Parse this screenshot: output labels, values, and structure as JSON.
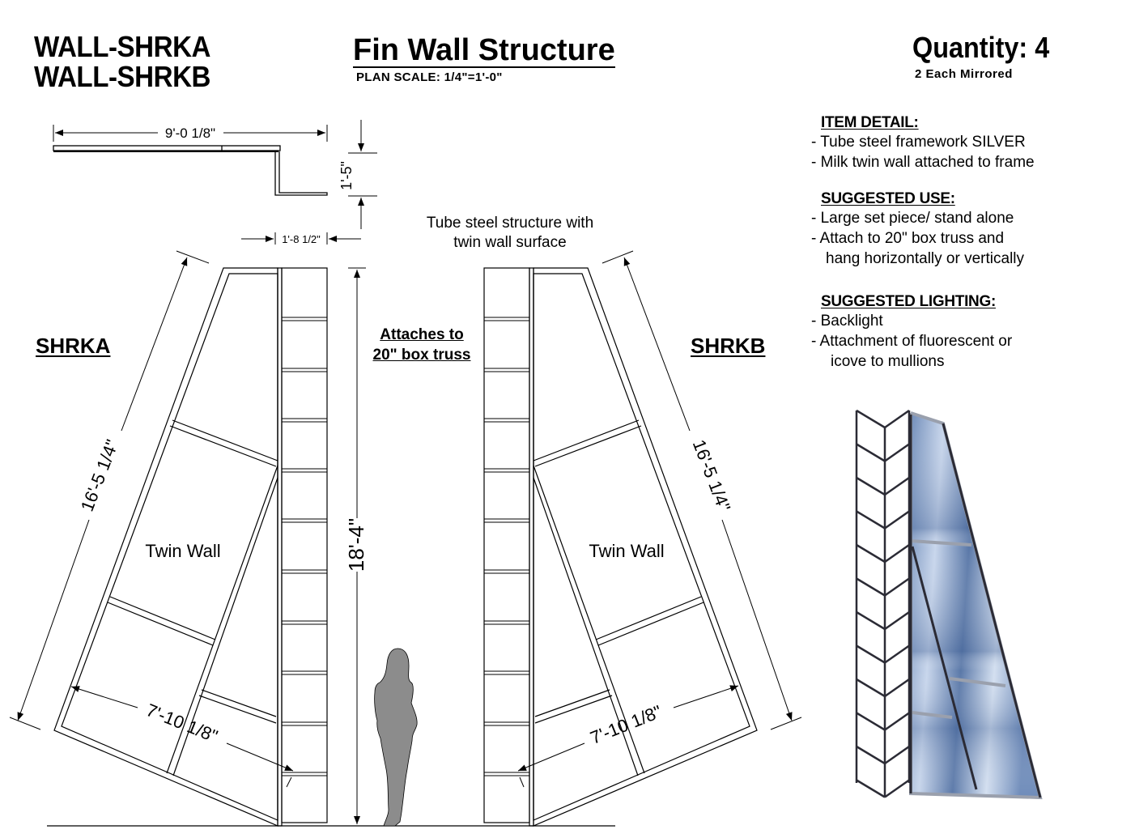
{
  "header": {
    "codes": [
      "WALL-SHRKA",
      "WALL-SHRKB"
    ],
    "title": "Fin Wall Structure",
    "scale": "PLAN  SCALE: 1/4\"=1'-0\"",
    "quantity": "Quantity: 4",
    "quantity_note": "2 Each Mirrored"
  },
  "details": {
    "item_detail": {
      "heading": "ITEM DETAIL:",
      "lines": [
        "- Tube steel framework SILVER",
        "- Milk twin wall attached to frame"
      ]
    },
    "suggested_use": {
      "heading": "SUGGESTED USE:",
      "lines": [
        "- Large set piece/ stand alone",
        "- Attach to 20\" box truss and",
        "hang horizontally or vertically"
      ]
    },
    "suggested_lighting": {
      "heading": "SUGGESTED LIGHTING:",
      "lines": [
        "- Backlight",
        "- Attachment of fluorescent or",
        "icove to mullions"
      ]
    }
  },
  "plan_view": {
    "width_dim": "9'-0 1/8\"",
    "depth_dim": "1'-5\"",
    "return_dim": "1'-8 1/2\""
  },
  "elevation": {
    "note": [
      "Tube steel structure with",
      "twin wall surface"
    ],
    "attach_note": [
      "Attaches to",
      "20\" box truss"
    ],
    "left": {
      "label": "SHRKA",
      "panel_label": "Twin Wall",
      "diag_dim": "16'-5 1/4\"",
      "bottom_dim": "7'-10 1/8\""
    },
    "right": {
      "label": "SHRKB",
      "panel_label": "Twin Wall",
      "diag_dim": "16'-5 1/4\"",
      "bottom_dim": "7'-10 1/8\""
    },
    "height_dim": "18'-4\""
  },
  "colors": {
    "line": "#000000",
    "figure": "#8c8c8c",
    "glass_light": "#c9d6ea",
    "glass_dark": "#4f6d9c",
    "frame_metal": "#9aa0ad",
    "frame_dark": "#2b2b35"
  }
}
